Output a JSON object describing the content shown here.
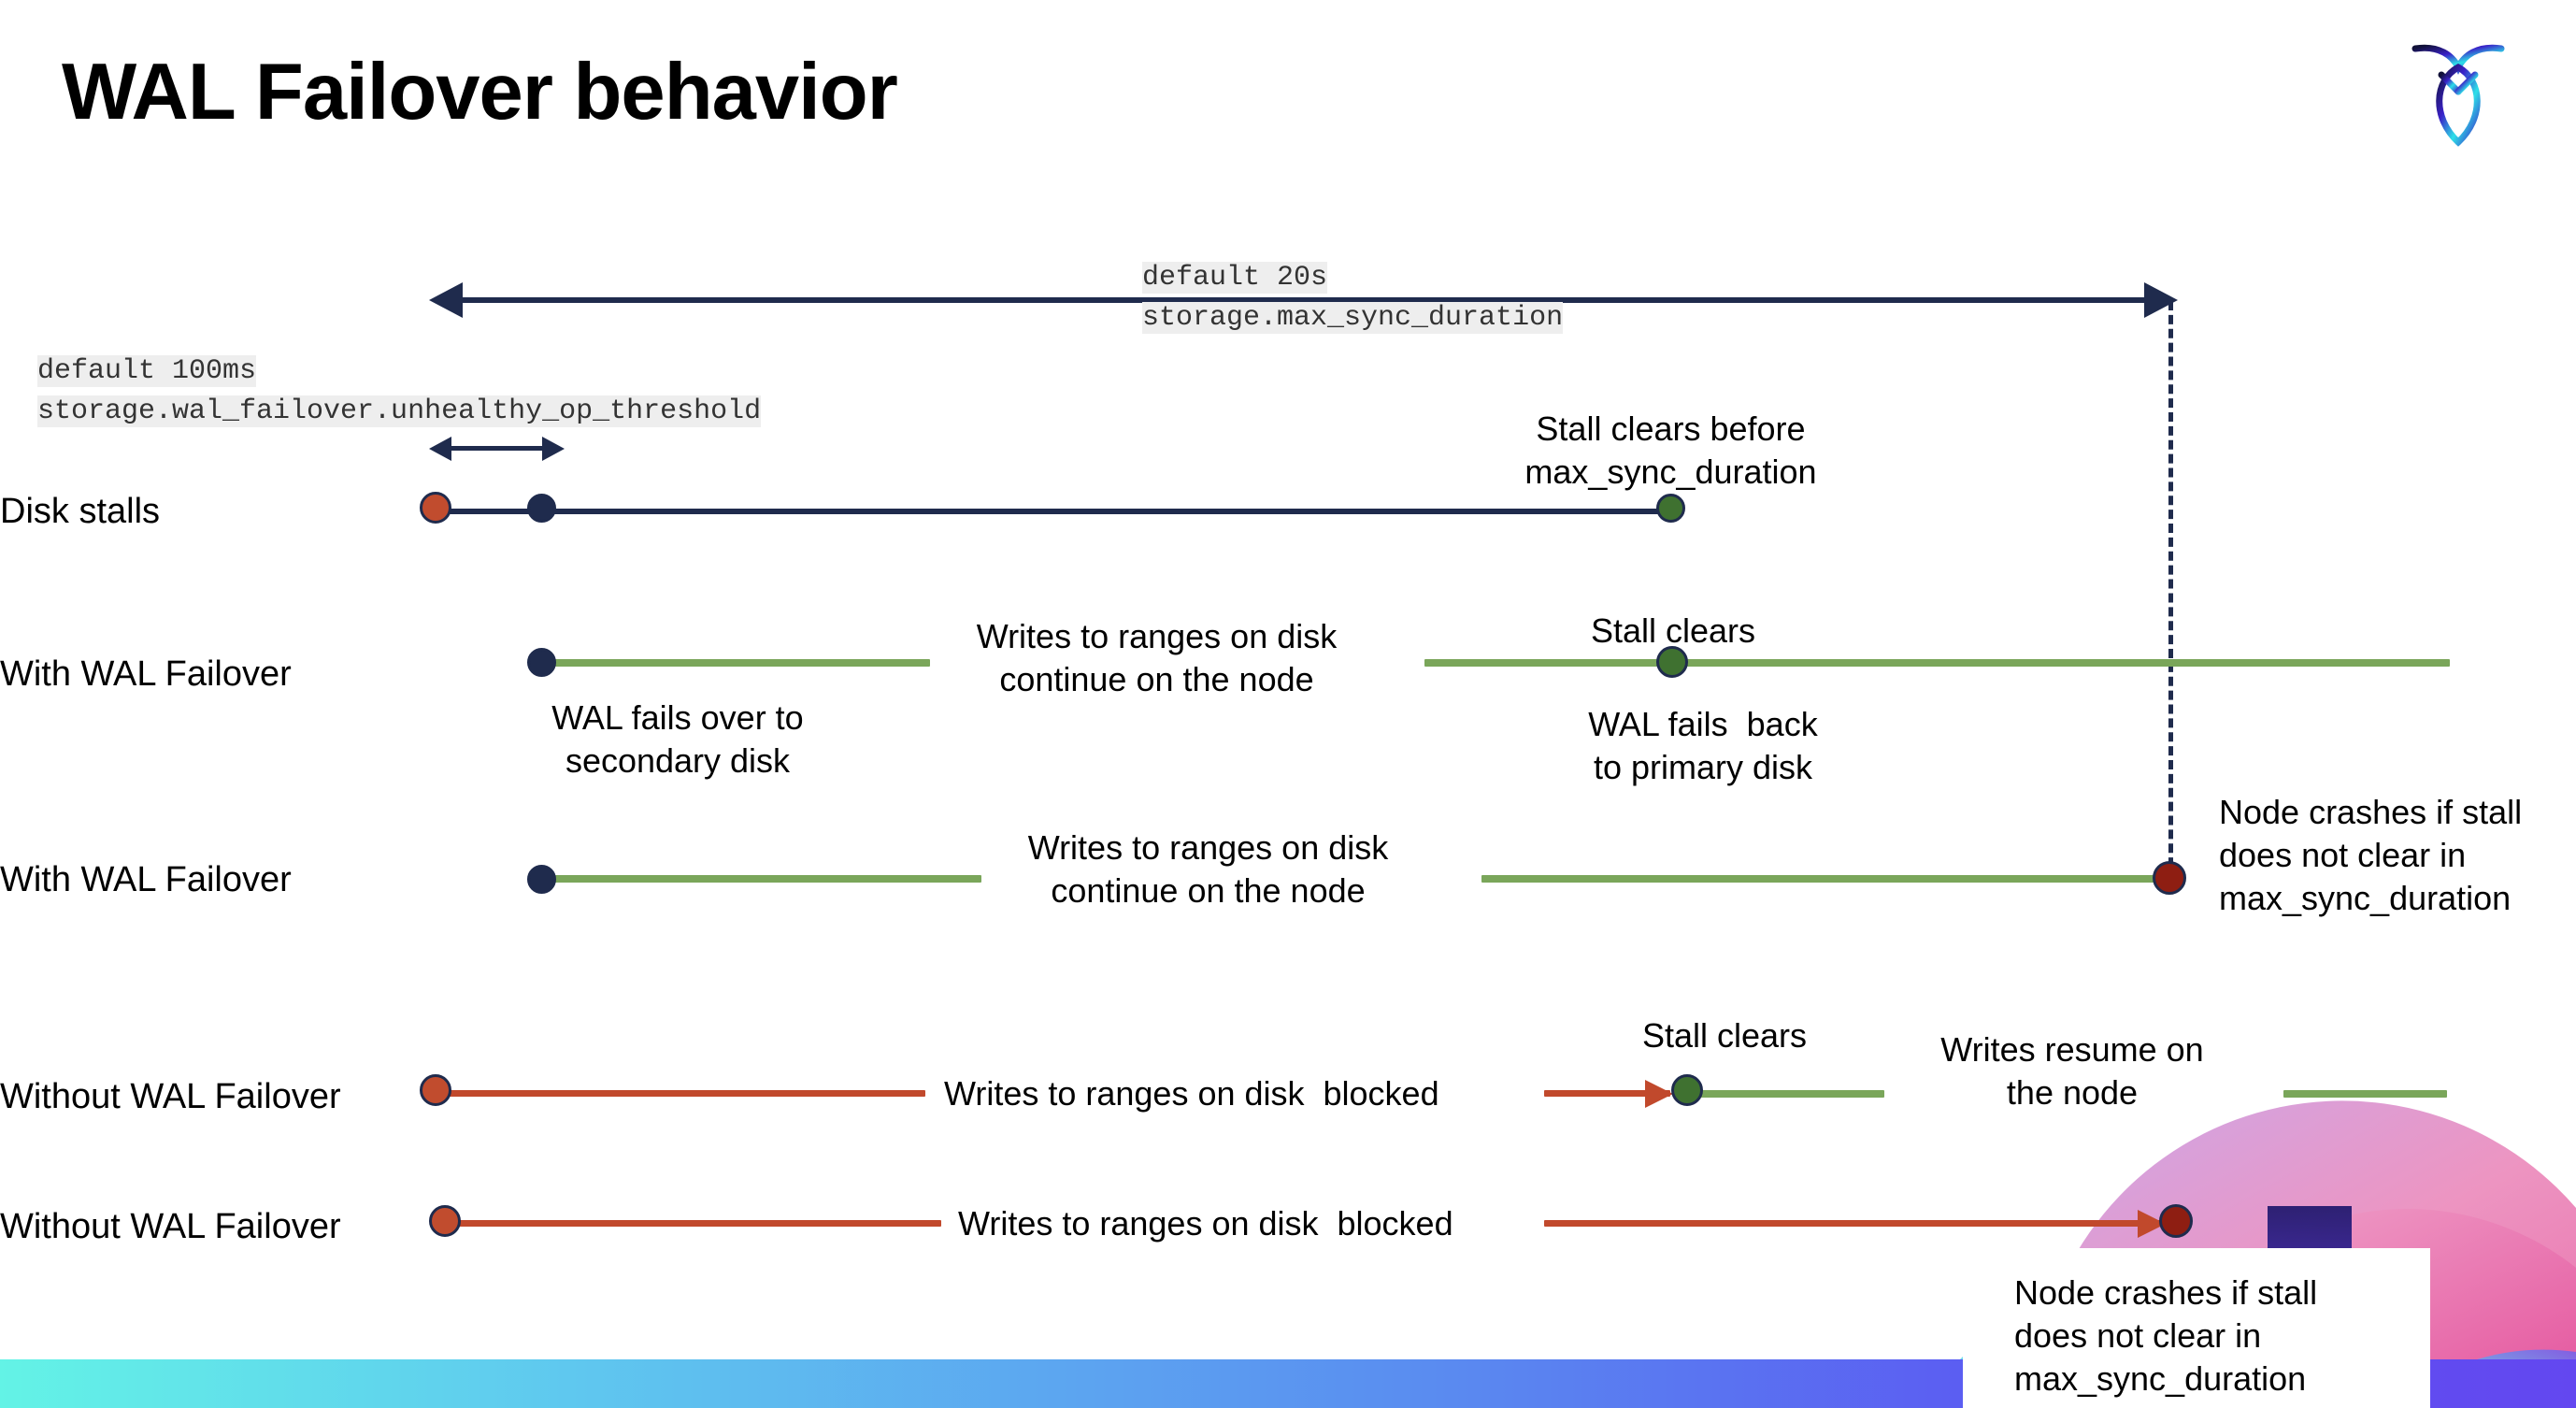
{
  "slide": {
    "title": "WAL Failover behavior",
    "brand": {
      "logo_name": "cockroachdb-logo",
      "accent_start": "#16e0e0",
      "accent_end": "#5b3df5"
    }
  },
  "settings": {
    "max_sync": {
      "default_label": "default 20s",
      "setting_name": "storage.max_sync_duration"
    },
    "unhealthy_op": {
      "default_label": "default 100ms",
      "setting_name": "storage.wal_failover.unhealthy_op_threshold"
    }
  },
  "rows": [
    {
      "id": "disk-stalls",
      "label": "Disk stalls",
      "annotations": [
        "Stall clears before\nmax_sync_duration"
      ]
    },
    {
      "id": "with-wal-failover-clears",
      "label": "With WAL Failover",
      "annotations": [
        "Writes to ranges on disk\ncontinue on the node",
        "Stall clears",
        "WAL fails over to\nsecondary disk",
        "WAL fails  back\nto primary disk"
      ]
    },
    {
      "id": "with-wal-failover-crash",
      "label": "With WAL Failover",
      "annotations": [
        "Writes to ranges on disk\ncontinue on the node",
        "Node crashes if stall\ndoes not clear in\nmax_sync_duration"
      ]
    },
    {
      "id": "without-wal-failover-clears",
      "label": "Without WAL Failover",
      "annotations": [
        "Writes to ranges on disk  blocked",
        "Stall clears",
        "Writes resume on\nthe node"
      ]
    },
    {
      "id": "without-wal-failover-crash",
      "label": "Without WAL Failover",
      "annotations": [
        "Writes to ranges on disk  blocked",
        "Node crashes if stall\ndoes not clear in\nmax_sync_duration"
      ]
    }
  ],
  "labels": {
    "disk_stalls": "Disk stalls",
    "with_wal_failover_1": "With WAL Failover",
    "with_wal_failover_2": "With WAL Failover",
    "without_wal_failover_1": "Without WAL Failover",
    "without_wal_failover_2": "Without WAL Failover"
  },
  "annotations": {
    "stall_clears_before_max": "Stall clears before\nmax_sync_duration",
    "writes_continue_1": "Writes to ranges on disk\ncontinue on the node",
    "writes_continue_2": "Writes to ranges on disk\ncontinue on the node",
    "stall_clears_row2": "Stall clears",
    "wal_fails_over": "WAL fails over to\nsecondary disk",
    "wal_fails_back": "WAL fails  back\nto primary disk",
    "node_crashes_row3": "Node crashes if stall\ndoes not clear in\nmax_sync_duration",
    "writes_blocked_1": "Writes to ranges on disk  blocked",
    "stall_clears_row4": "Stall clears",
    "writes_resume": "Writes resume on\nthe node",
    "writes_blocked_2": "Writes to ranges on disk  blocked",
    "node_crashes_row5": "Node crashes if stall\ndoes not clear in\nmax_sync_duration"
  },
  "colors": {
    "navy": "#1f2b4d",
    "orange": "#c1492c",
    "green_line": "#7aa65a",
    "green_dot": "#3f7130",
    "dark_red": "#8e1e12",
    "code_bg": "#eeeeee"
  }
}
